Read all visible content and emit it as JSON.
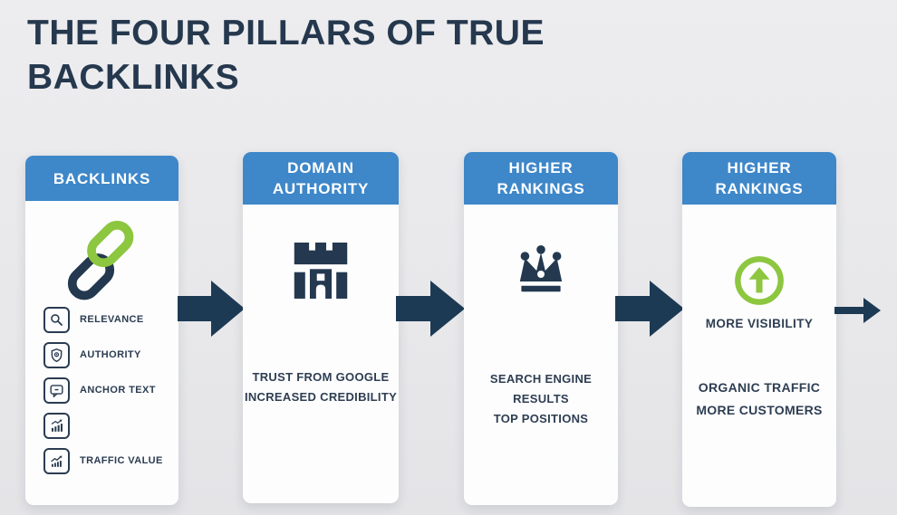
{
  "title": {
    "line1": "THE FOUR PILLARS OF TRUE",
    "line2": "BACKLINKS"
  },
  "colors": {
    "background": "#e8e8ea",
    "header_blue": "#3e87c9",
    "navy": "#24394f",
    "arrow_navy": "#1d3a55",
    "green": "#8dc63f",
    "card_bg": "#fdfdfe",
    "title_text": "#25384e"
  },
  "pillars": [
    {
      "header": "BACKLINKS",
      "icon": "chain-link-icon",
      "items": [
        {
          "icon": "magnifier-icon",
          "label": "RELEVANCE"
        },
        {
          "icon": "shield-check-icon",
          "label": "AUTHORITY"
        },
        {
          "icon": "speech-bubble-icon",
          "label": "ANCHOR TEXT"
        },
        {
          "icon": "bar-chart-icon",
          "label": ""
        },
        {
          "icon": "line-chart-icon",
          "label": "TRAFFIC VALUE"
        }
      ]
    },
    {
      "header": "DOMAIN AUTHORITY",
      "icon": "castle-icon",
      "lines": [
        "TRUST FROM GOOGLE",
        "INCREASED CREDIBILITY"
      ]
    },
    {
      "header": "HIGHER RANKINGS",
      "icon": "crown-icon",
      "lines": [
        "SEARCH ENGINE RESULTS",
        "TOP POSITIONS"
      ]
    },
    {
      "header": "HIGHER RANKINGS",
      "icon": "circle-arrow-up-icon",
      "caption": "MORE VISIBILITY",
      "lines": [
        "ORGANIC TRAFFIC",
        "MORE CUSTOMERS"
      ]
    }
  ]
}
